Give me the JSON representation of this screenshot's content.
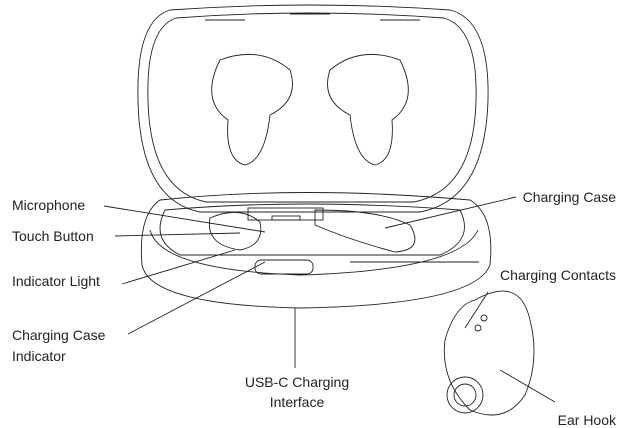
{
  "labels": {
    "microphone": "Microphone",
    "touch_button": "Touch Button",
    "indicator_light": "Indicator Light",
    "charging_case_indicator_1": "Charging Case",
    "charging_case_indicator_2": "Indicator",
    "usb_c_1": "USB-C Charging",
    "usb_c_2": "Interface",
    "charging_case": "Charging Case",
    "charging_contacts": "Charging Contacts",
    "ear_hook": "Ear Hook"
  }
}
